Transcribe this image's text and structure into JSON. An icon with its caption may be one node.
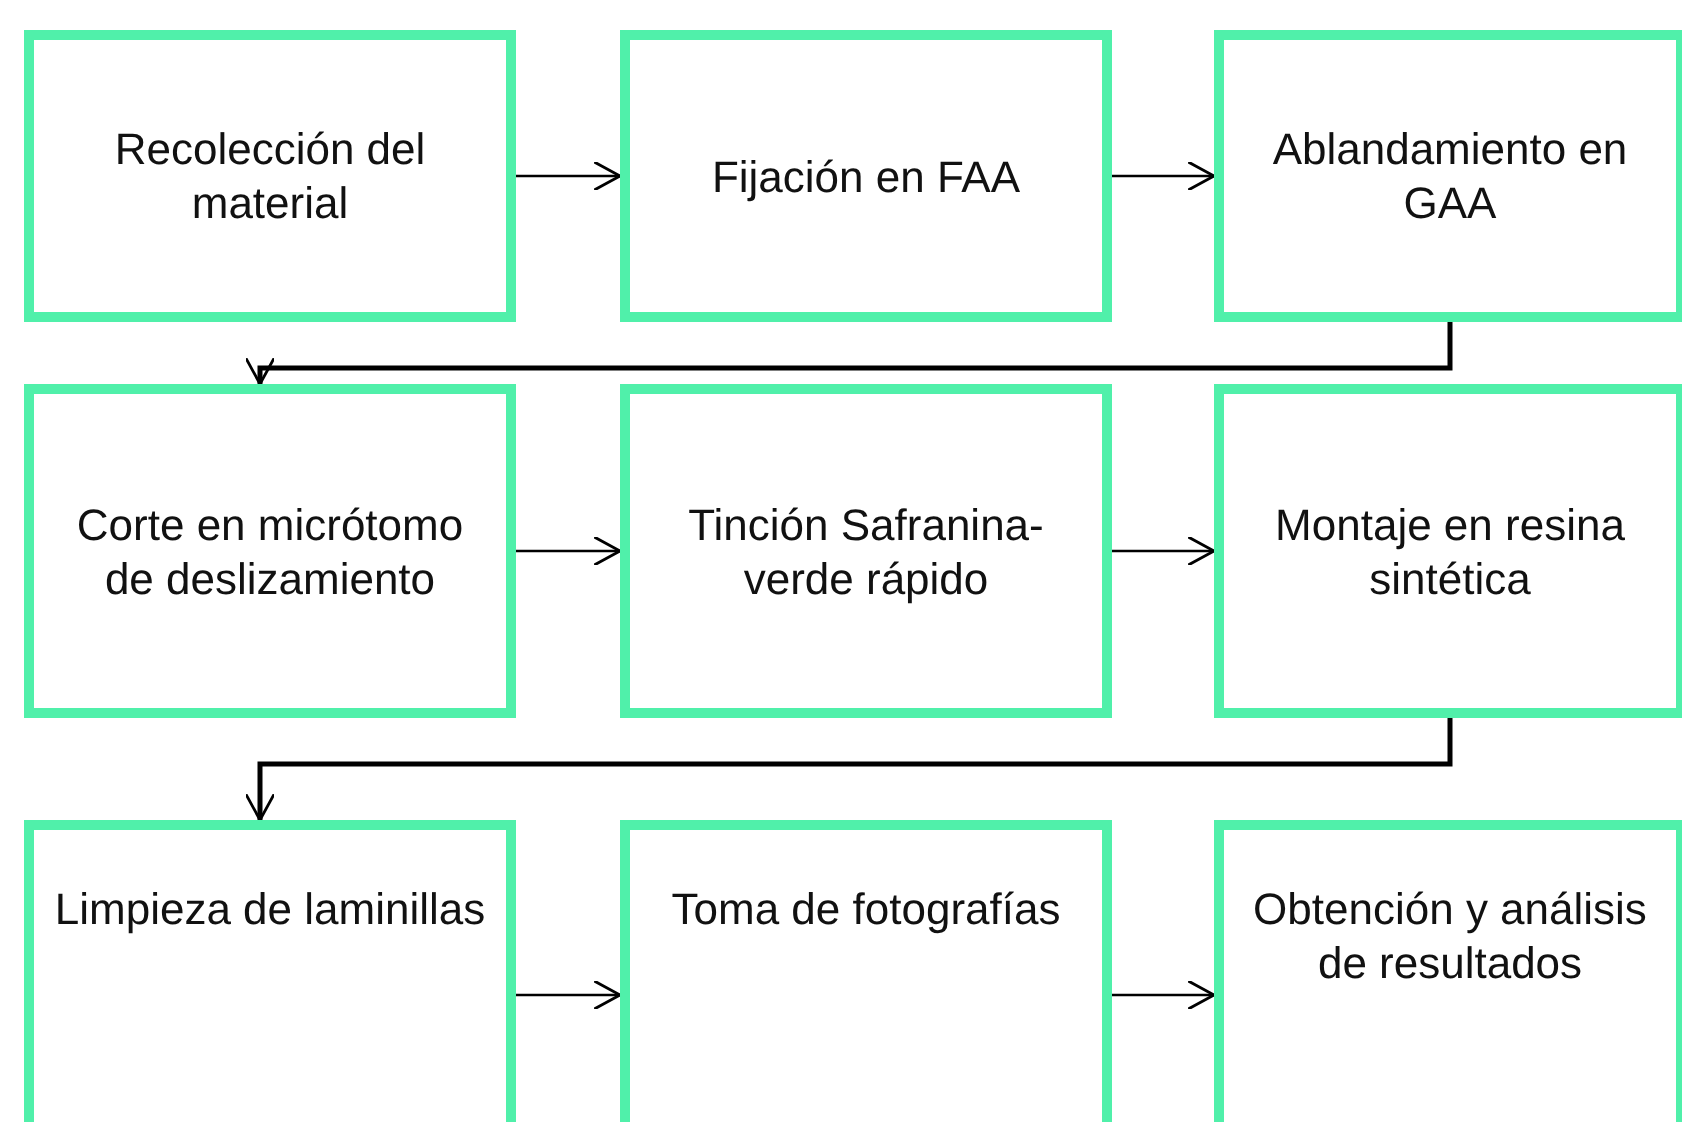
{
  "diagram": {
    "nodes": [
      {
        "text": [
          "Recolección del material"
        ]
      },
      {
        "text": [
          "Fijación en FAA"
        ]
      },
      {
        "text": [
          "Ablandamiento en GAA"
        ]
      },
      {
        "text": [
          "Corte en micrótomo de deslizamiento"
        ]
      },
      {
        "text": [
          "Tinción Safranina-verde rápido"
        ]
      },
      {
        "text": [
          "Montaje en resina sintética"
        ]
      },
      {
        "text": [
          "Limpieza de laminillas"
        ]
      },
      {
        "text": [
          "Toma de fotografías"
        ]
      },
      {
        "text": [
          "Obtención y análisis de resultados"
        ]
      }
    ],
    "edges": [
      {
        "from": 0,
        "to": 1,
        "arrow": "to"
      },
      {
        "from": 1,
        "to": 2,
        "arrow": "to"
      },
      {
        "from": 2,
        "to": 3,
        "arrow": "to"
      },
      {
        "from": 3,
        "to": 4,
        "arrow": "to"
      },
      {
        "from": 4,
        "to": 5,
        "arrow": "to"
      },
      {
        "from": 5,
        "to": 6,
        "arrow": "to"
      },
      {
        "from": 6,
        "to": 7,
        "arrow": "to"
      },
      {
        "from": 7,
        "to": 8,
        "arrow": "to"
      }
    ]
  }
}
